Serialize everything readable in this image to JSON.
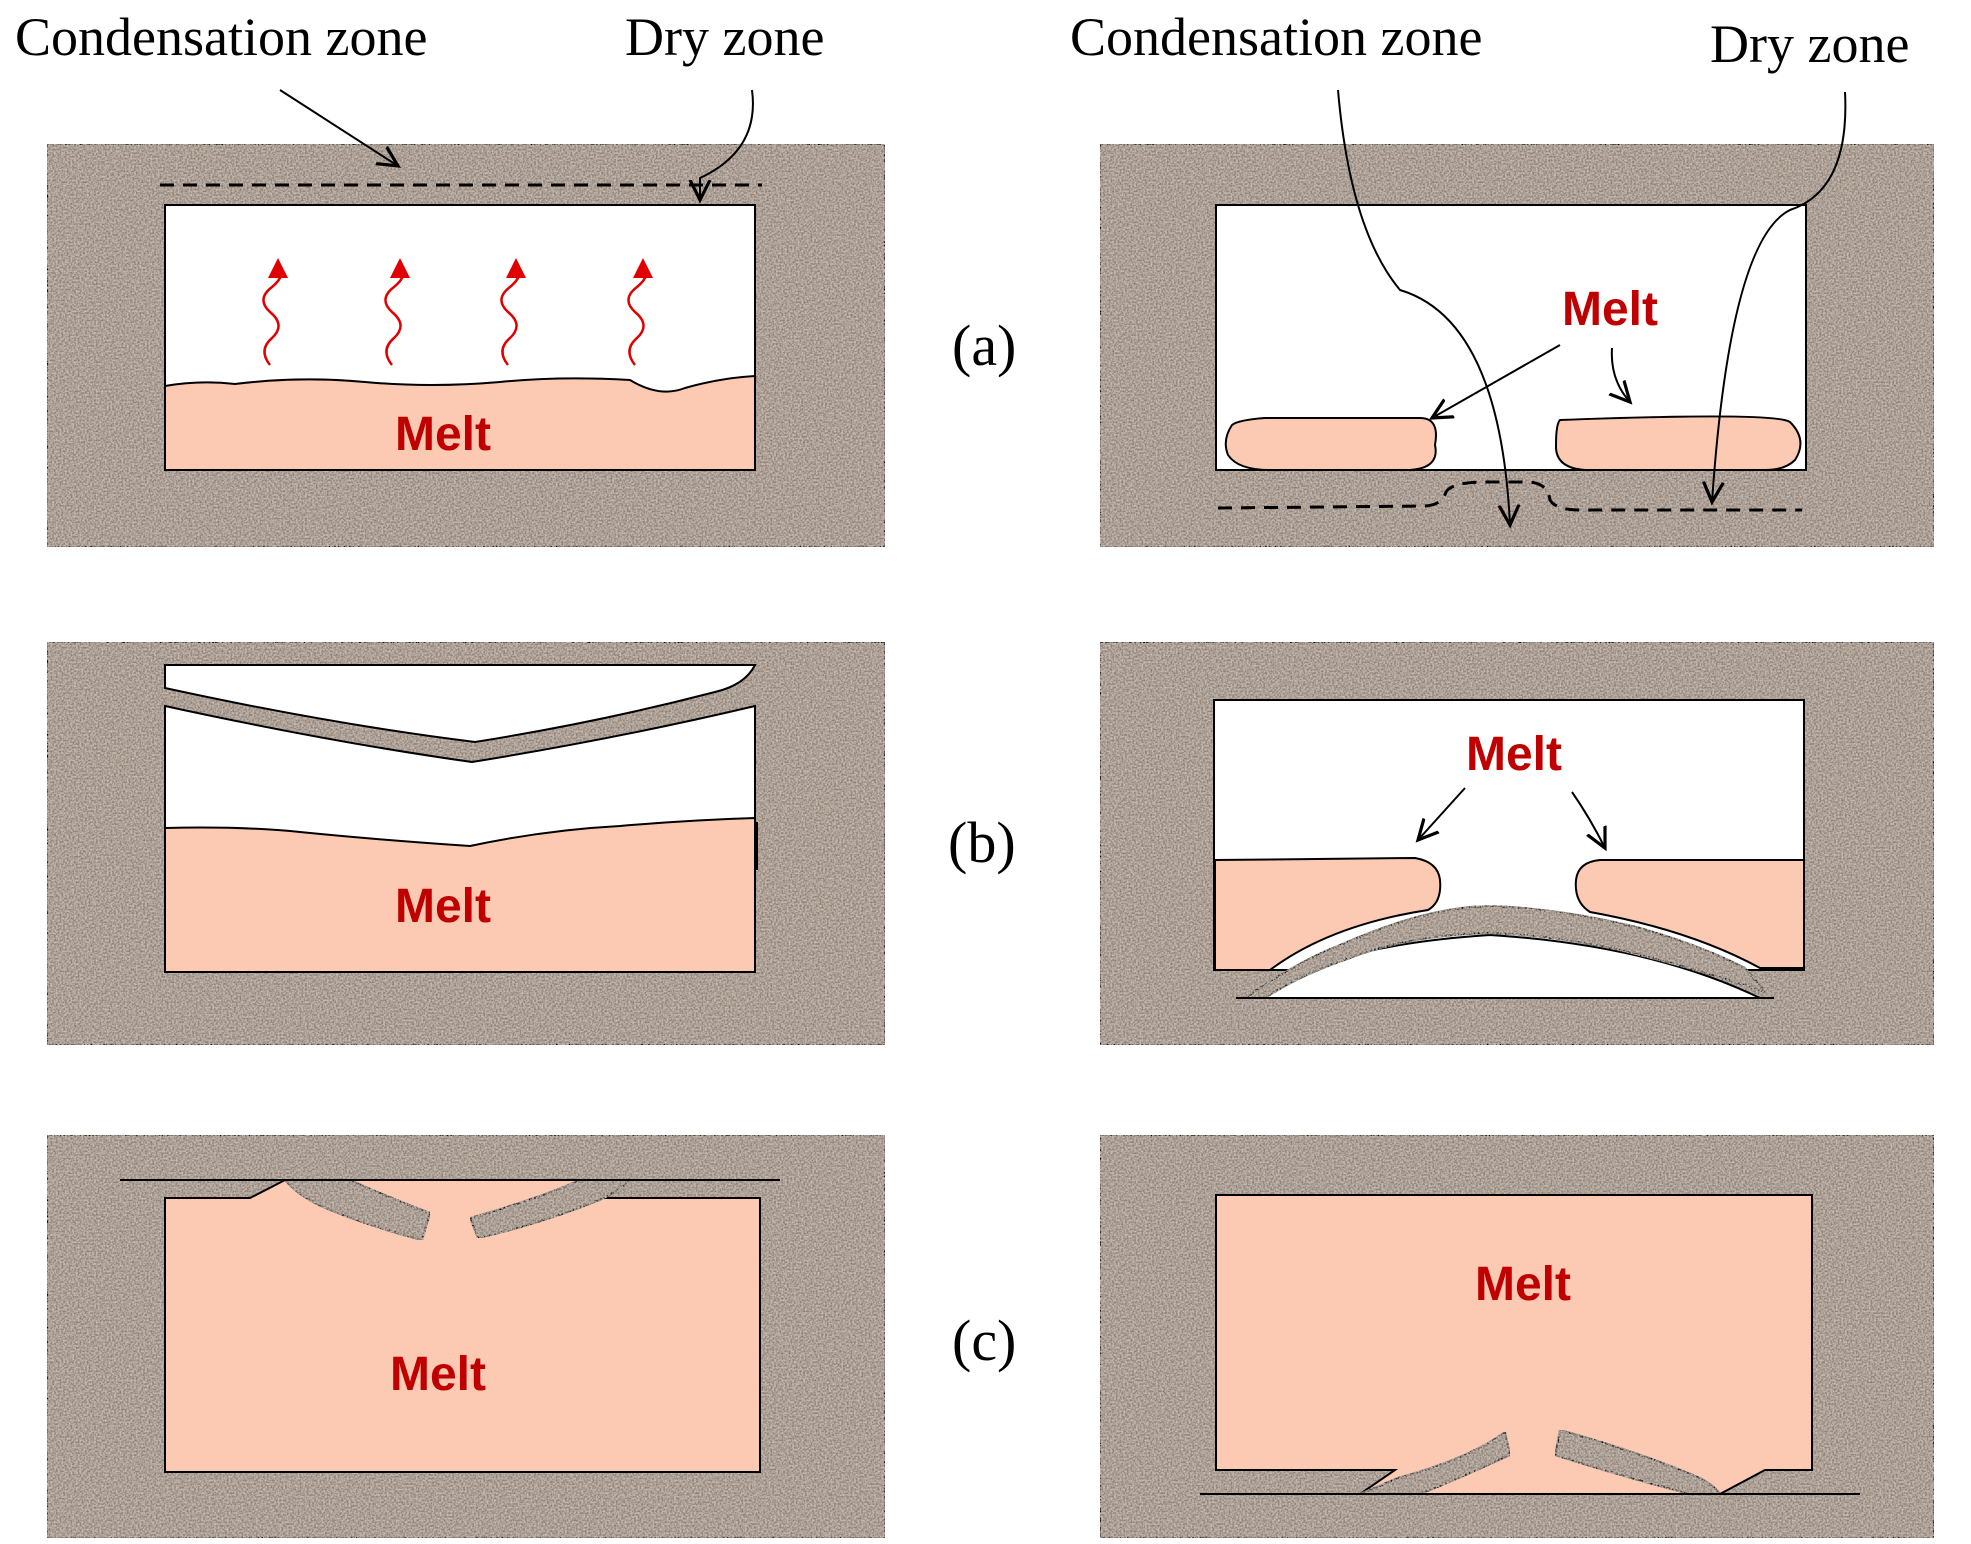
{
  "labels": {
    "condensation_zone_left": "Condensation zone",
    "dry_zone_left": "Dry zone",
    "condensation_zone_right": "Condensation zone",
    "dry_zone_right": "Dry zone",
    "row_a": "(a)",
    "row_b": "(b)",
    "row_c": "(c)",
    "melt": "Melt"
  },
  "colors": {
    "concrete": "#8f7f72",
    "melt": "#fcc9b3",
    "melt_text": "#c00000",
    "vapor_arrow": "#e00000"
  }
}
